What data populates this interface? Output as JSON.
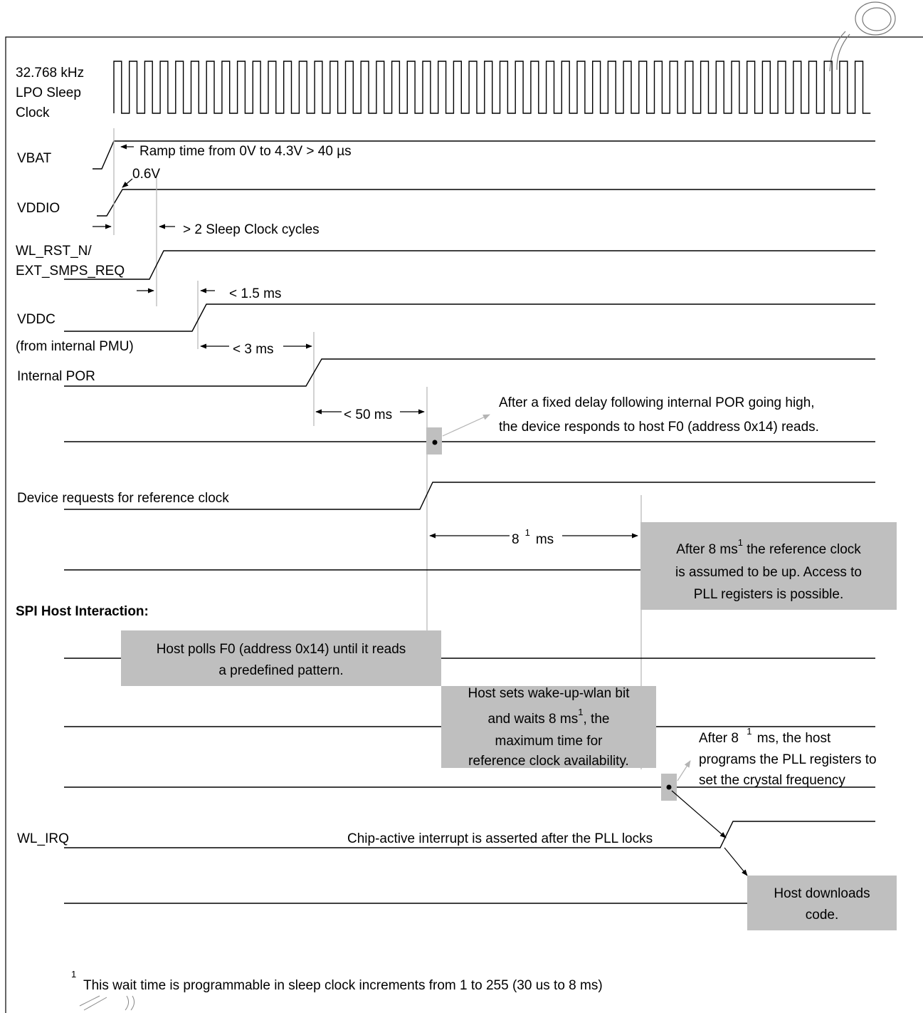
{
  "signals": {
    "clock": [
      "32.768 kHz",
      "LPO Sleep",
      "Clock"
    ],
    "vbat": "VBAT",
    "vddio": "VDDIO",
    "wl_rst": [
      "WL_RST_N/",
      "EXT_SMPS_REQ"
    ],
    "vddc": [
      "VDDC",
      "(from internal PMU)"
    ],
    "internal_por": "Internal POR",
    "ref_clock_req": "Device requests for reference clock",
    "spi_header": "SPI Host Interaction:",
    "wl_irq": "WL_IRQ"
  },
  "annotations": {
    "ramp_time": "Ramp time from 0V to 4.3V > 40 µs",
    "vddio_threshold": "0.6V",
    "sleep_cycles": "> 2 Sleep Clock cycles",
    "vddc_delay": "< 1.5 ms",
    "por_delay": "< 3 ms",
    "f0_delay": "< 50 ms",
    "ref_wait_value": "8",
    "ref_wait_sup": "1",
    "ref_wait_unit": "ms",
    "chip_active": "Chip-active interrupt is asserted after the PLL locks"
  },
  "notes": {
    "f0_ready": [
      "After a fixed delay following internal POR going high,",
      "the device responds to host F0 (address 0x14) reads."
    ],
    "ref_clock_up": {
      "line1_pre": "After 8 ms",
      "line1_sup": "1",
      "line1_post": " the reference clock",
      "line2": "is assumed to be up.  Access to",
      "line3": "PLL registers is possible."
    },
    "host_polls": [
      "Host polls F0 (address 0x14) until it reads",
      "a predefined pattern."
    ],
    "host_wakeup": {
      "line1": "Host sets wake-up-wlan bit",
      "line2_pre": "and waits 8 ms",
      "line2_sup": "1",
      "line2_post": ", the",
      "line3": "maximum time for",
      "line4": "reference clock availability."
    },
    "pll_program": {
      "line1_pre": "After 8 ",
      "line1_sup": "1",
      "line1_post": " ms, the host",
      "line2": "programs the PLL registers to",
      "line3": "set the crystal frequency"
    },
    "host_download": [
      "Host downloads",
      "code."
    ]
  },
  "footnote": {
    "marker": "1",
    "text": "This wait time is programmable in sleep clock increments from 1 to 255 (30 us to 8 ms)"
  },
  "colors": {
    "note_box": "#bfbfbf",
    "guide_line": "#b4b4b4",
    "signal": "#000000"
  }
}
